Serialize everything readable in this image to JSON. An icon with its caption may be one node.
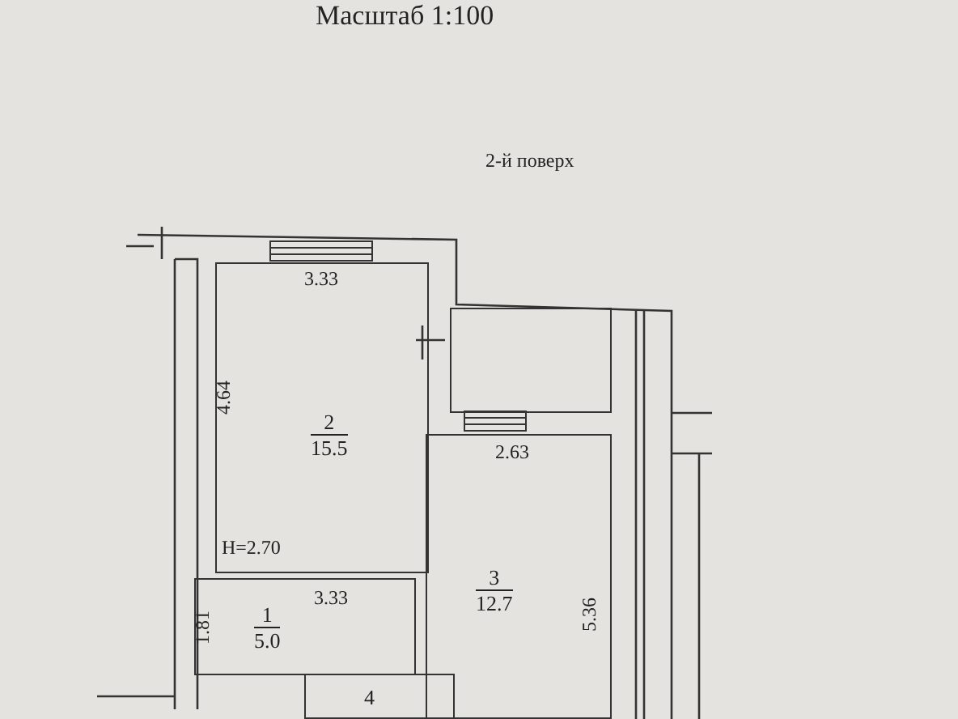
{
  "diagram": {
    "title": "Масштаб 1:100",
    "nodes": [
      {
        "text": [
          "2",
          "15.5"
        ]
      },
      {
        "text": [],
        "shape": "box"
      },
      {
        "text": [
          "3",
          "12.7"
        ]
      },
      {
        "text": [
          "1",
          "5.0"
        ]
      },
      {
        "text": [
          "4"
        ]
      }
    ],
    "edges": [],
    "labels": [
      "2-й поверх",
      "3.33",
      "4.64",
      "2.63",
      "H=2.70",
      "3.33",
      "1.81",
      "5.36"
    ]
  }
}
